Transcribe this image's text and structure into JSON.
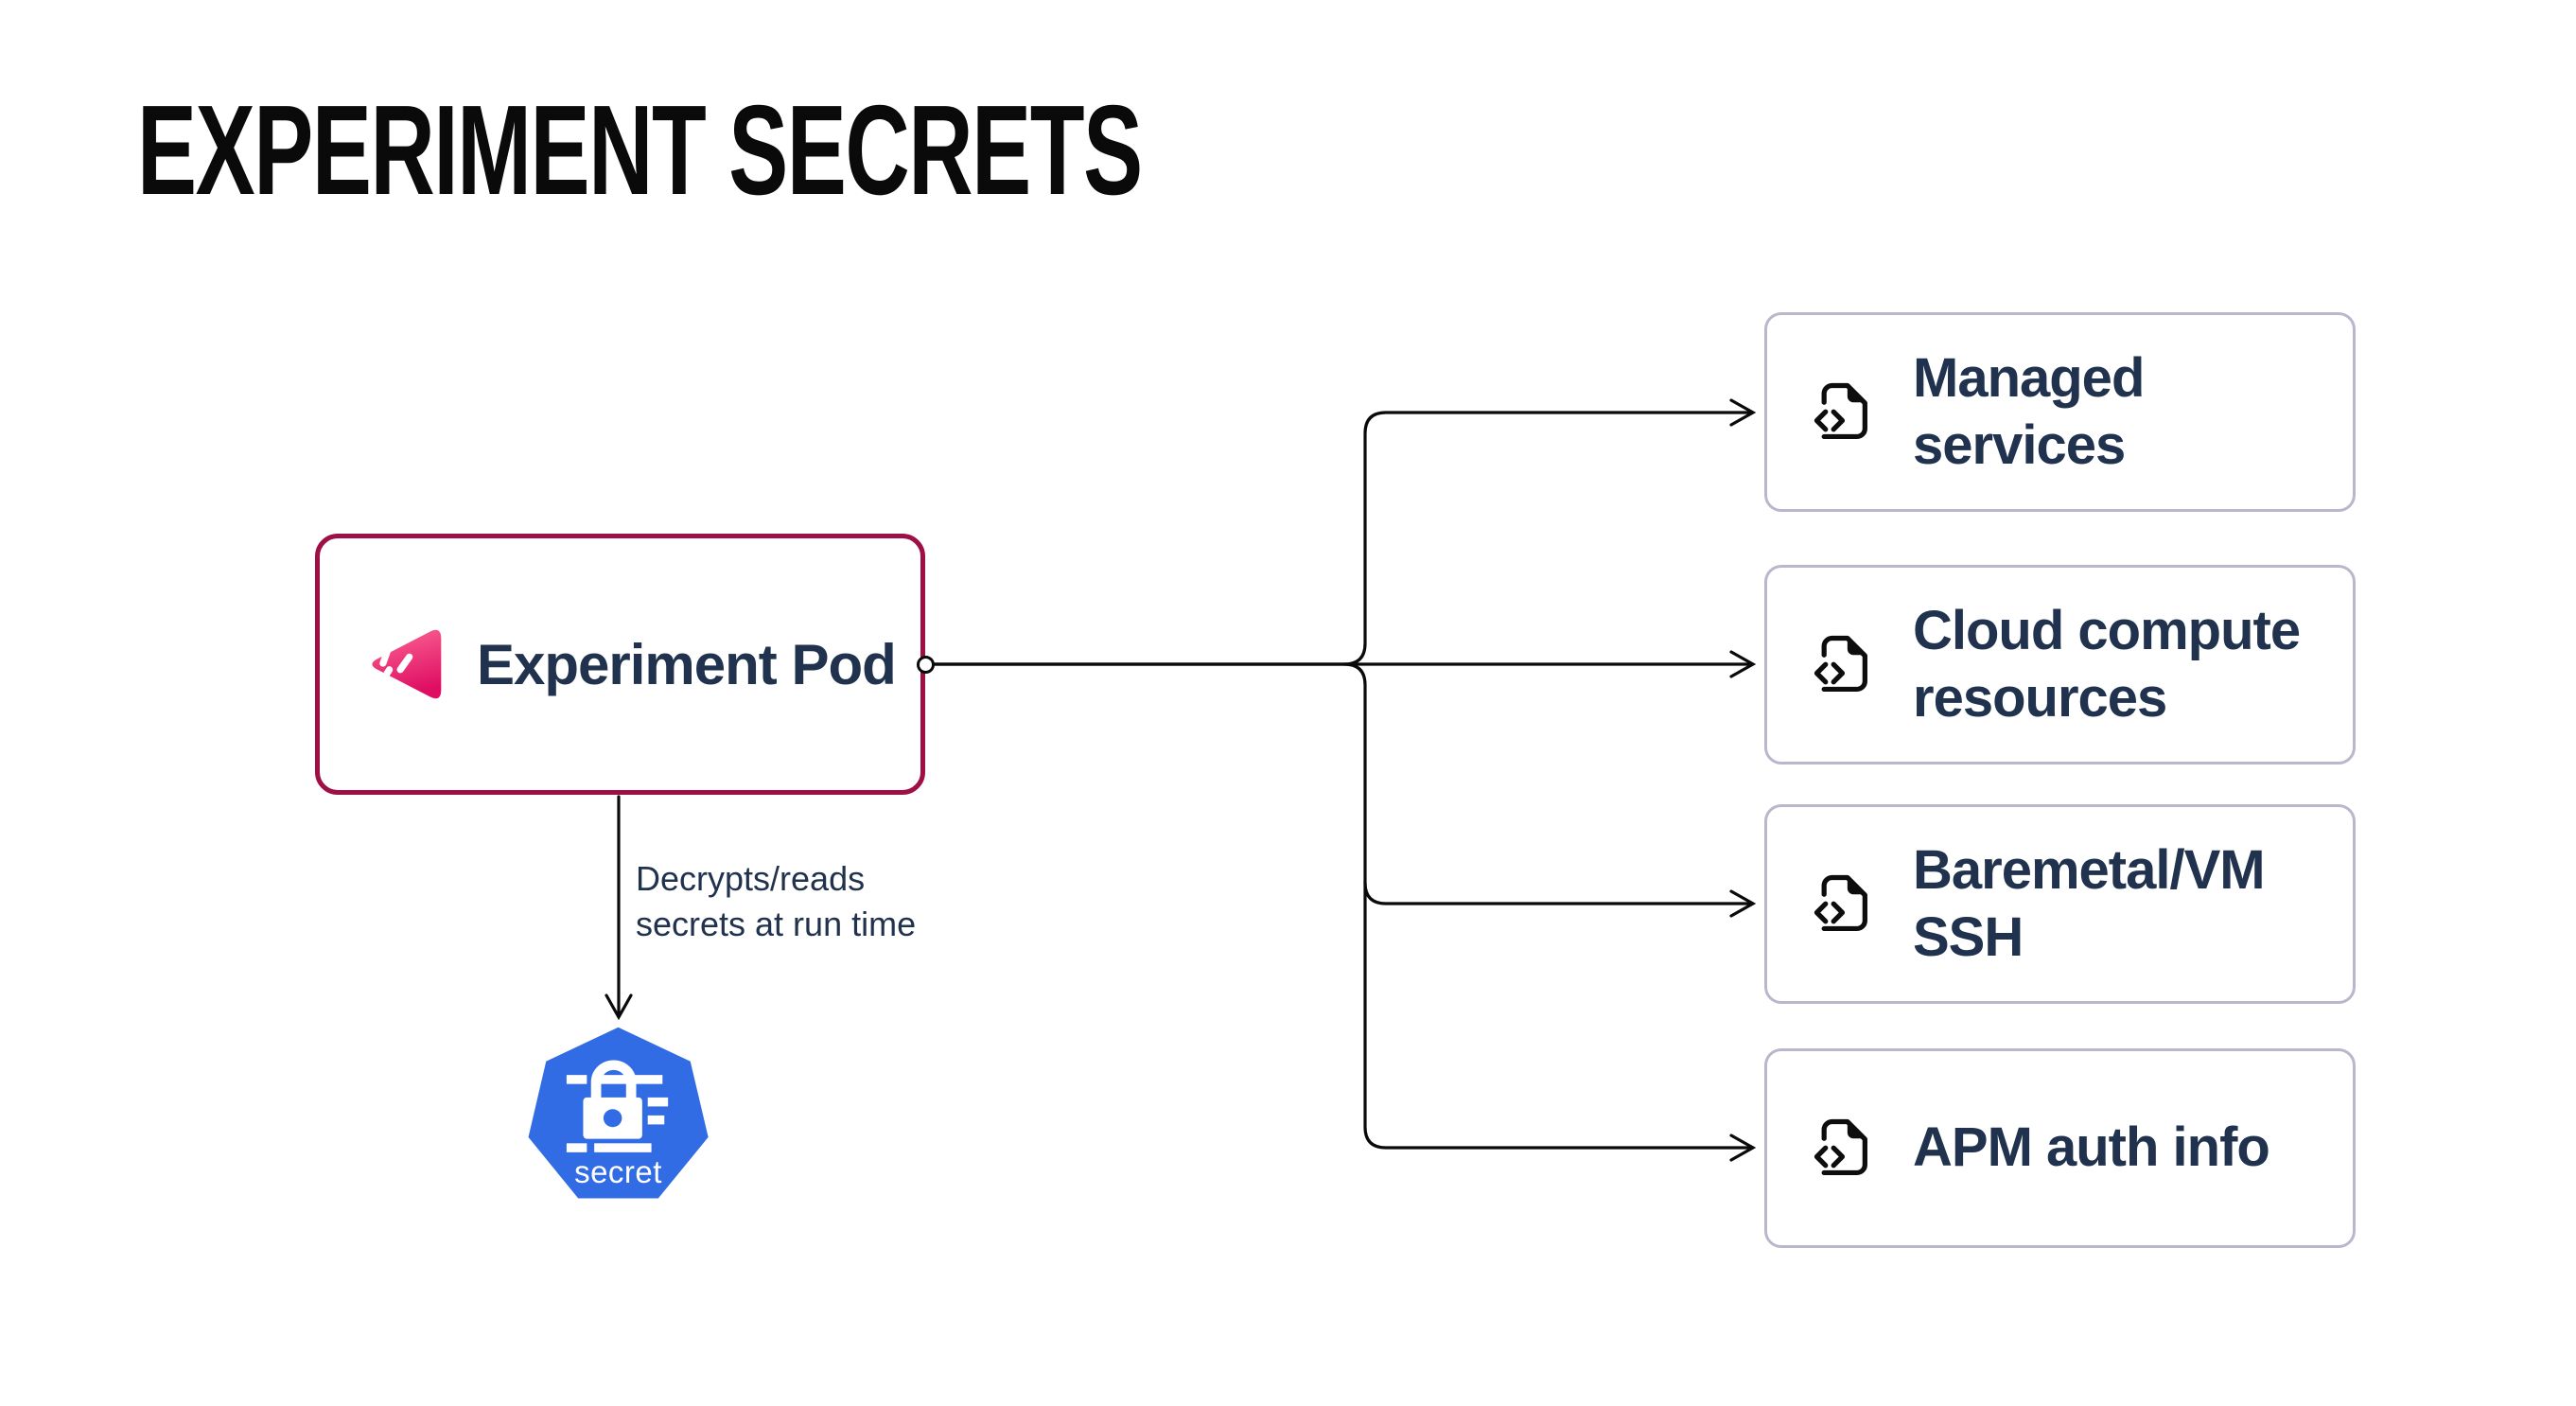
{
  "title": "EXPERIMENT SECRETS",
  "pod": {
    "label": "Experiment Pod",
    "border_color": "#9d0f45",
    "logo_icon": "chaos-experiment-logo"
  },
  "secret_node": {
    "label": "secret",
    "icon": "kubernetes-secret-icon",
    "color": "#326ce5"
  },
  "edge_pod_secret": {
    "label_lines": [
      "Decrypts/reads",
      "secrets at run time"
    ]
  },
  "targets": [
    {
      "label": "Managed services",
      "icon": "file-code-icon"
    },
    {
      "label": "Cloud compute resources",
      "icon": "file-code-icon"
    },
    {
      "label": "Baremetal/VM SSH",
      "icon": "file-code-icon"
    },
    {
      "label": "APM auth info",
      "icon": "file-code-icon"
    }
  ],
  "connections": [
    {
      "from": "Experiment Pod",
      "to": "Managed services"
    },
    {
      "from": "Experiment Pod",
      "to": "Cloud compute resources"
    },
    {
      "from": "Experiment Pod",
      "to": "Baremetal/VM SSH"
    },
    {
      "from": "Experiment Pod",
      "to": "APM auth info"
    },
    {
      "from": "Experiment Pod",
      "to": "secret",
      "label": "Decrypts/reads secrets at run time"
    }
  ],
  "colors": {
    "pod_border": "#9d0f45",
    "text_navy": "#20324d",
    "target_border": "#b7b7cd",
    "kubernetes_blue": "#326ce5",
    "logo_pink_top": "#fc6695",
    "logo_pink_bottom": "#df0e63",
    "line": "#0a0a0a",
    "background": "#ffffff"
  }
}
